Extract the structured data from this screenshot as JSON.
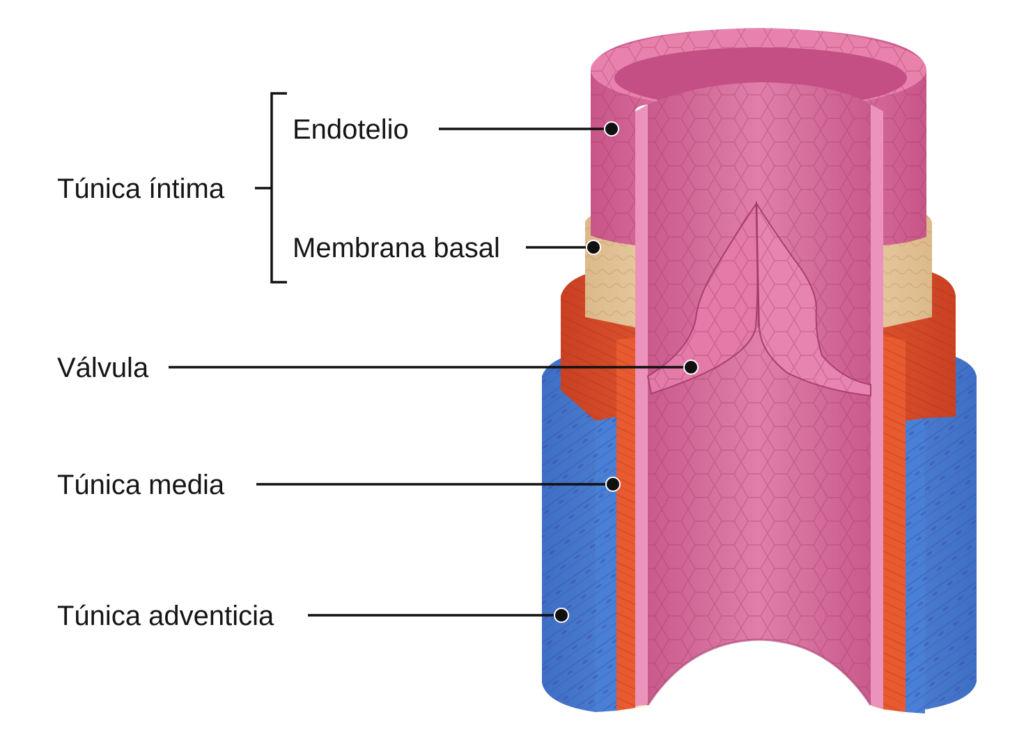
{
  "labels": {
    "tunica_intima": "Túnica íntima",
    "endotelio": "Endotelio",
    "membrana_basal": "Membrana basal",
    "valvula": "Válvula",
    "tunica_media": "Túnica media",
    "tunica_adventicia": "Túnica adventicia"
  },
  "colors": {
    "intima": "#d9679a",
    "intima_light": "#ec98bd",
    "intima_dark": "#b94a7e",
    "basal": "#f2d9b0",
    "basal_dark": "#dcb98a",
    "media": "#e8582f",
    "media_dark": "#c94122",
    "adventicia": "#5b8ede",
    "adventicia_dark": "#3f6fc4",
    "text": "#151515"
  }
}
